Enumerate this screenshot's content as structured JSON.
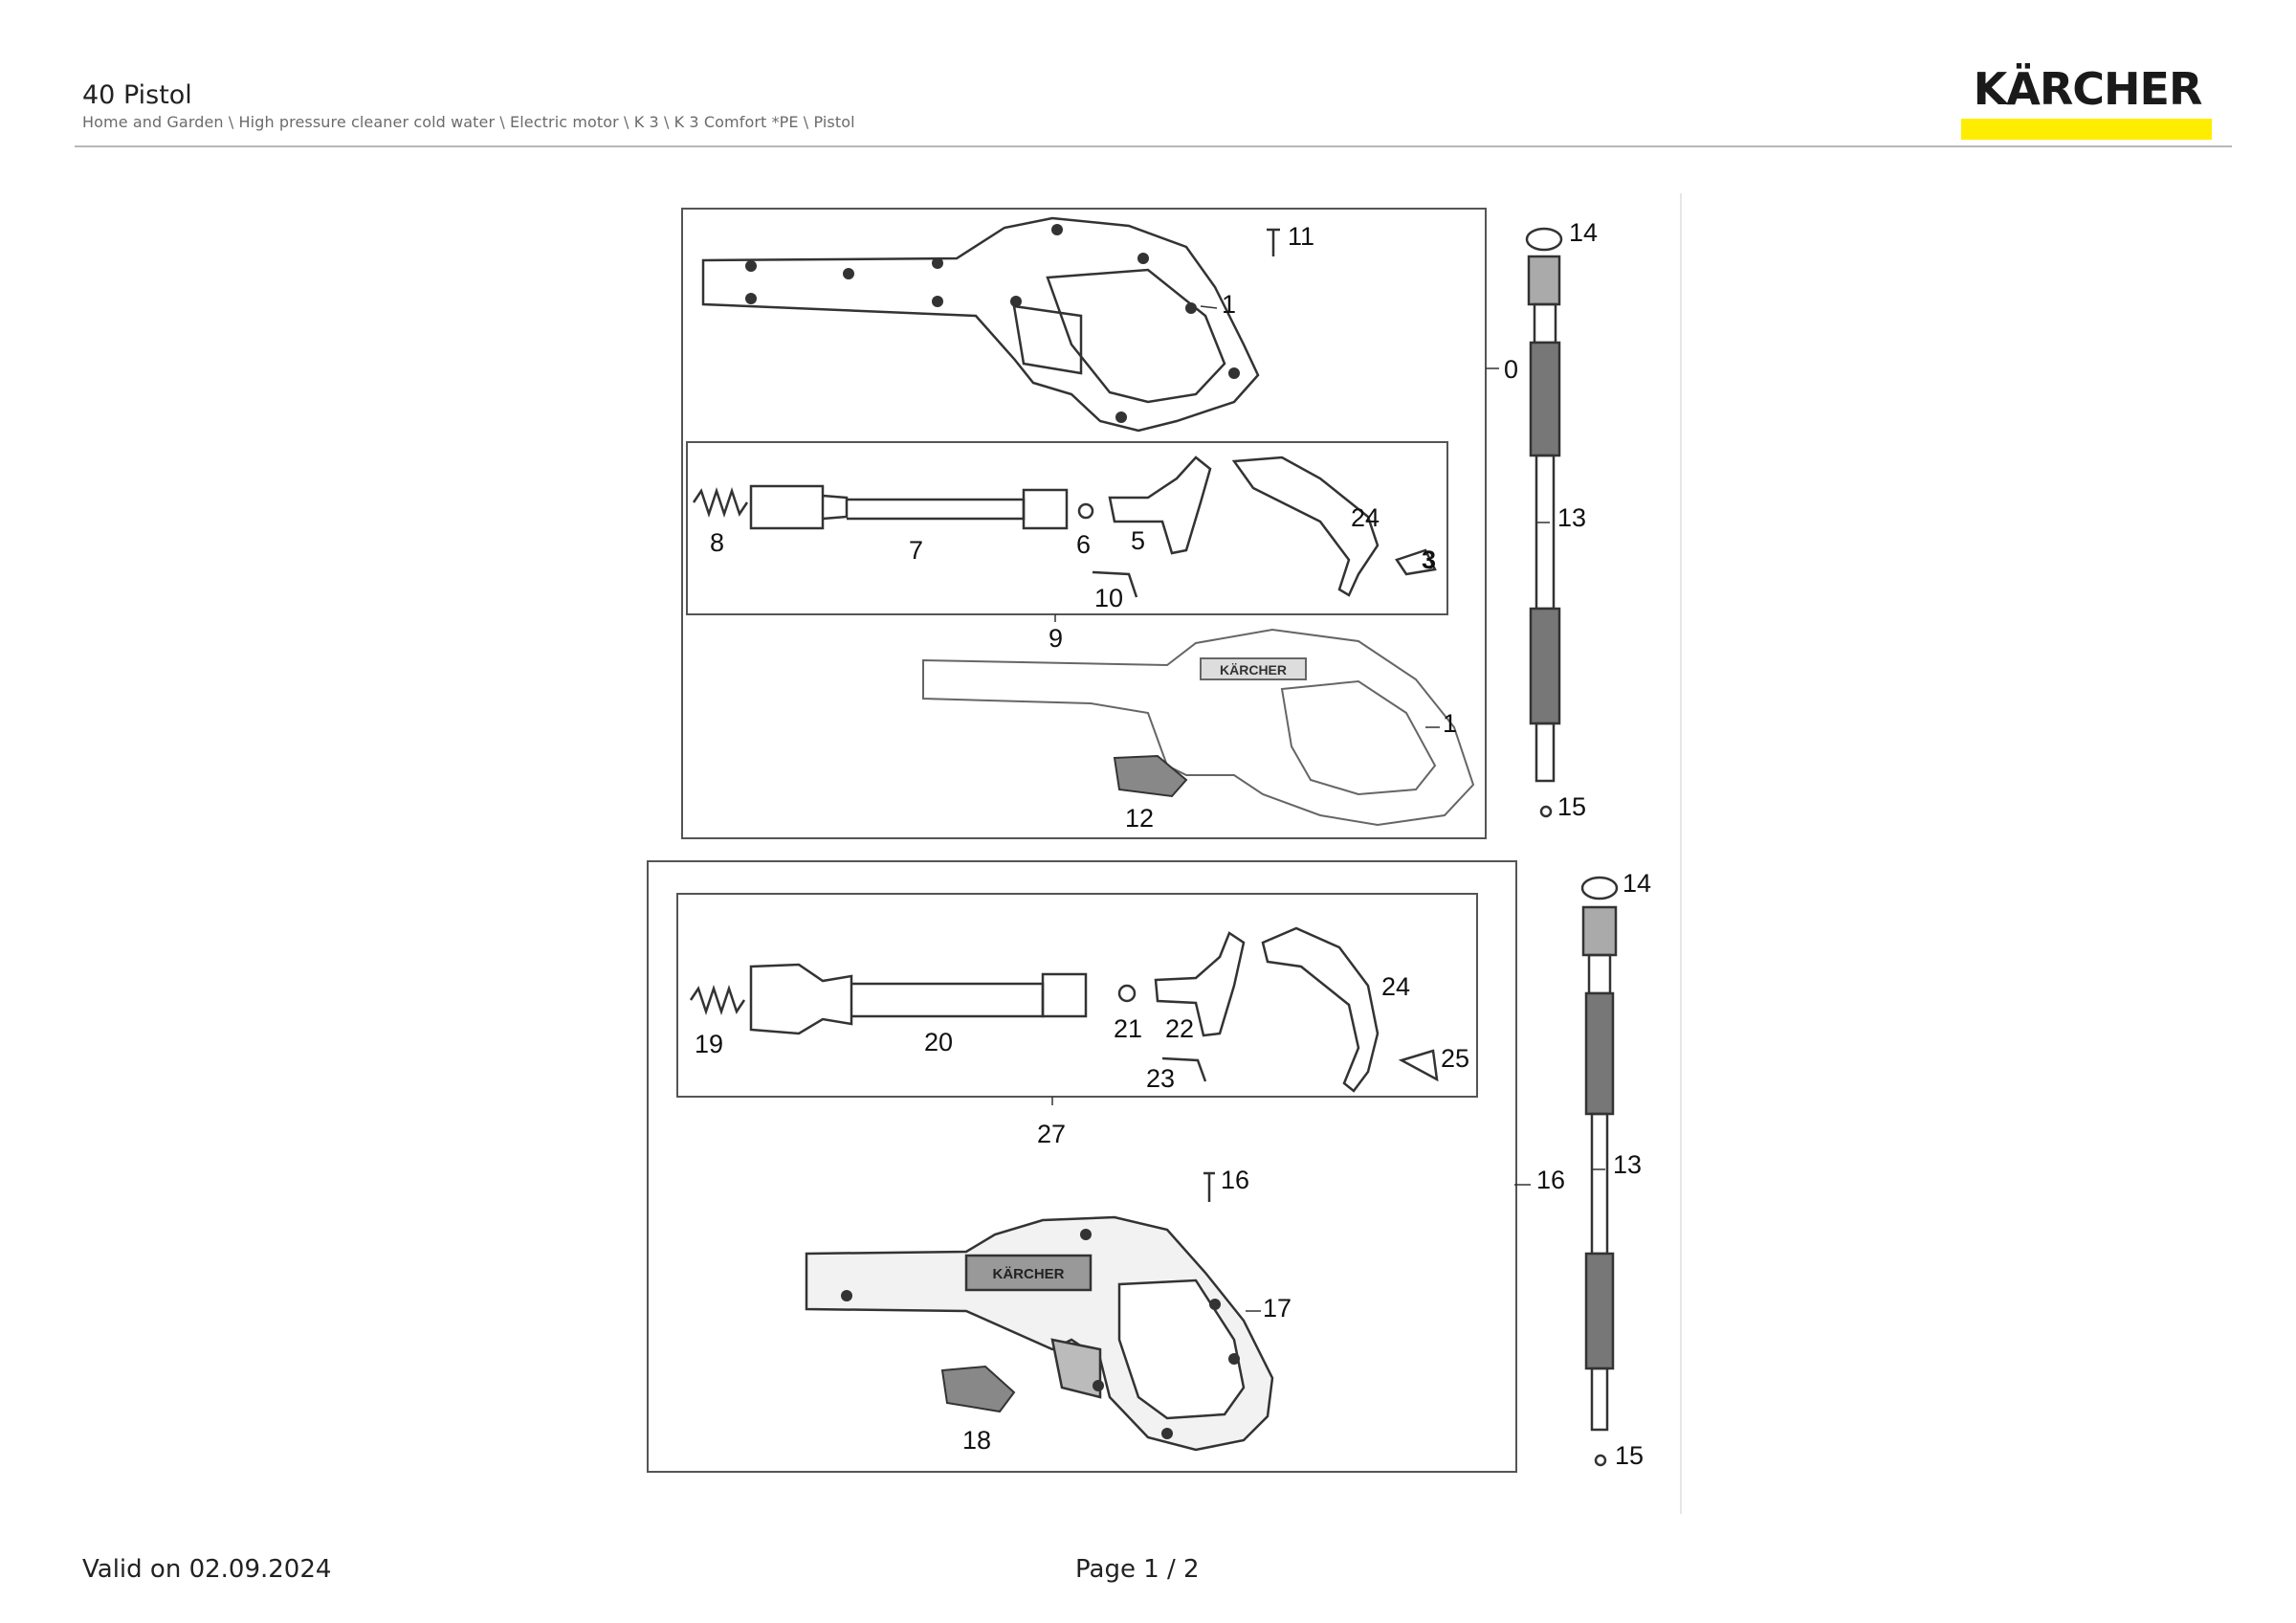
{
  "header": {
    "title": "40 Pistol",
    "breadcrumb": "Home and Garden \\ High pressure cleaner cold water \\ Electric motor \\ K 3 \\ K 3 Comfort *PE \\ Pistol"
  },
  "logo": {
    "text": "KÄRCHER",
    "accent_color": "#ffed00"
  },
  "diagram": {
    "labels": {
      "p0": "0",
      "p1a": "1",
      "p1b": "1",
      "p24": "24",
      "p3": "3",
      "p5": "5",
      "p6": "6",
      "p7": "7",
      "p8": "8",
      "p9": "9",
      "p10": "10",
      "p11": "11",
      "p12": "12",
      "p13a": "13",
      "p13b": "13",
      "p14a": "14",
      "p14b": "14",
      "p15a": "15",
      "p15b": "15",
      "p16": "16",
      "p16b": "16",
      "p17": "17",
      "p18": "18",
      "p19": "19",
      "p20": "20",
      "p21": "21",
      "p22": "22",
      "p23": "23",
      "p24b": "24",
      "p25": "25",
      "p27": "27"
    },
    "logo_on_gun": "KÄRCHER"
  },
  "footer": {
    "valid": "Valid on 02.09.2024",
    "page": "Page 1 / 2"
  }
}
